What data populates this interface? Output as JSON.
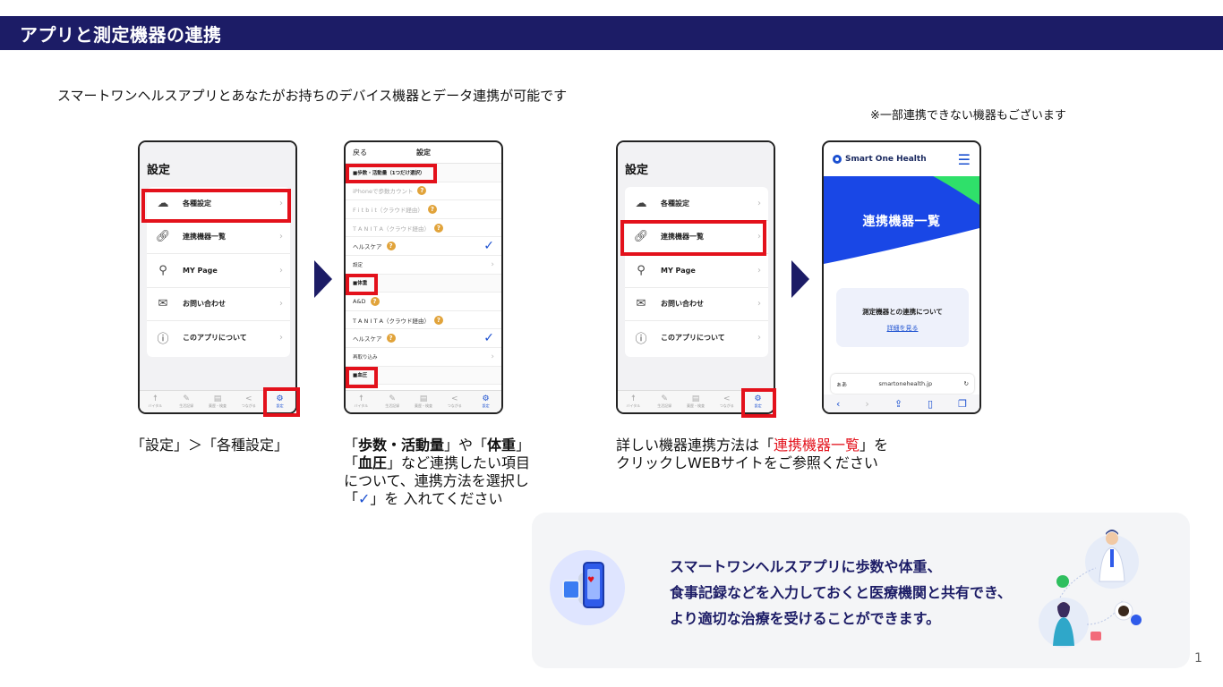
{
  "header": {
    "title": "アプリと測定機器の連携"
  },
  "intro": "スマートワンヘルスアプリとあなたがお持ちのデバイス機器とデータ連携が可能です",
  "note": "※一部連携できない機器もございます",
  "settings_screen": {
    "title": "設定",
    "items": [
      {
        "icon": "cloud-icon",
        "label": "各種設定"
      },
      {
        "icon": "link-icon",
        "label": "連携機器一覧"
      },
      {
        "icon": "user-icon",
        "label": "MY Page"
      },
      {
        "icon": "mail-icon",
        "label": "お問い合わせ"
      },
      {
        "icon": "info-icon",
        "label": "このアプリについて"
      }
    ],
    "tabs": [
      "バイタル",
      "生活記録",
      "薬歴・検査",
      "つながる",
      "設定"
    ]
  },
  "detail_screen": {
    "back": "戻る",
    "title": "設定",
    "sections": {
      "steps_header": "■歩数・活動量（1つだけ選択）",
      "iphone": "iPhoneで歩数カウント",
      "fitbit": "F i t b i t（クラウド経由）",
      "tanita1": "T A N I T A（クラウド経由）",
      "healthcare1": "ヘルスケア",
      "setting": "設定",
      "weight_header": "■体重",
      "and": "A&D",
      "tanita2": "T A N I T A（クラウド経由）",
      "healthcare2": "ヘルスケア",
      "reimport": "再取り込み",
      "bp_header": "■血圧"
    }
  },
  "web_screen": {
    "brand": "Smart One Health",
    "hero_title": "連携機器一覧",
    "card_title": "測定機器との連携について",
    "card_link": "詳細を見る",
    "url_aa": "ぁあ",
    "url": "smartonehealth.jp"
  },
  "captions": {
    "cap1": "「設定」＞「各種設定」",
    "cap2": {
      "q1": "「",
      "steps": "歩数・活動量",
      "mid1": "」や「",
      "weight": "体重",
      "q2": "」",
      "q3": "「",
      "bp": "血圧",
      "line2_rest": "」など連携したい項目",
      "line3": "について、連携方法を選択し",
      "q4": "「",
      "check": "✓",
      "line4_rest": "」を 入れてください"
    },
    "cap3": {
      "line1_a": "詳しい機器連携方法は「",
      "highlight": "連携機器一覧",
      "line1_b": "」を",
      "line2": "クリックしWEBサイトをご参照ください"
    }
  },
  "bottom_message": [
    "スマートワンヘルスアプリに歩数や体重、",
    "食事記録などを入力しておくと医療機関と共有でき、",
    "より適切な治療を受けることができます。"
  ],
  "page_number": "1",
  "colors": {
    "navy": "#1c1c66",
    "highlight_red": "#e3111b",
    "link_blue": "#1a4fd0"
  }
}
